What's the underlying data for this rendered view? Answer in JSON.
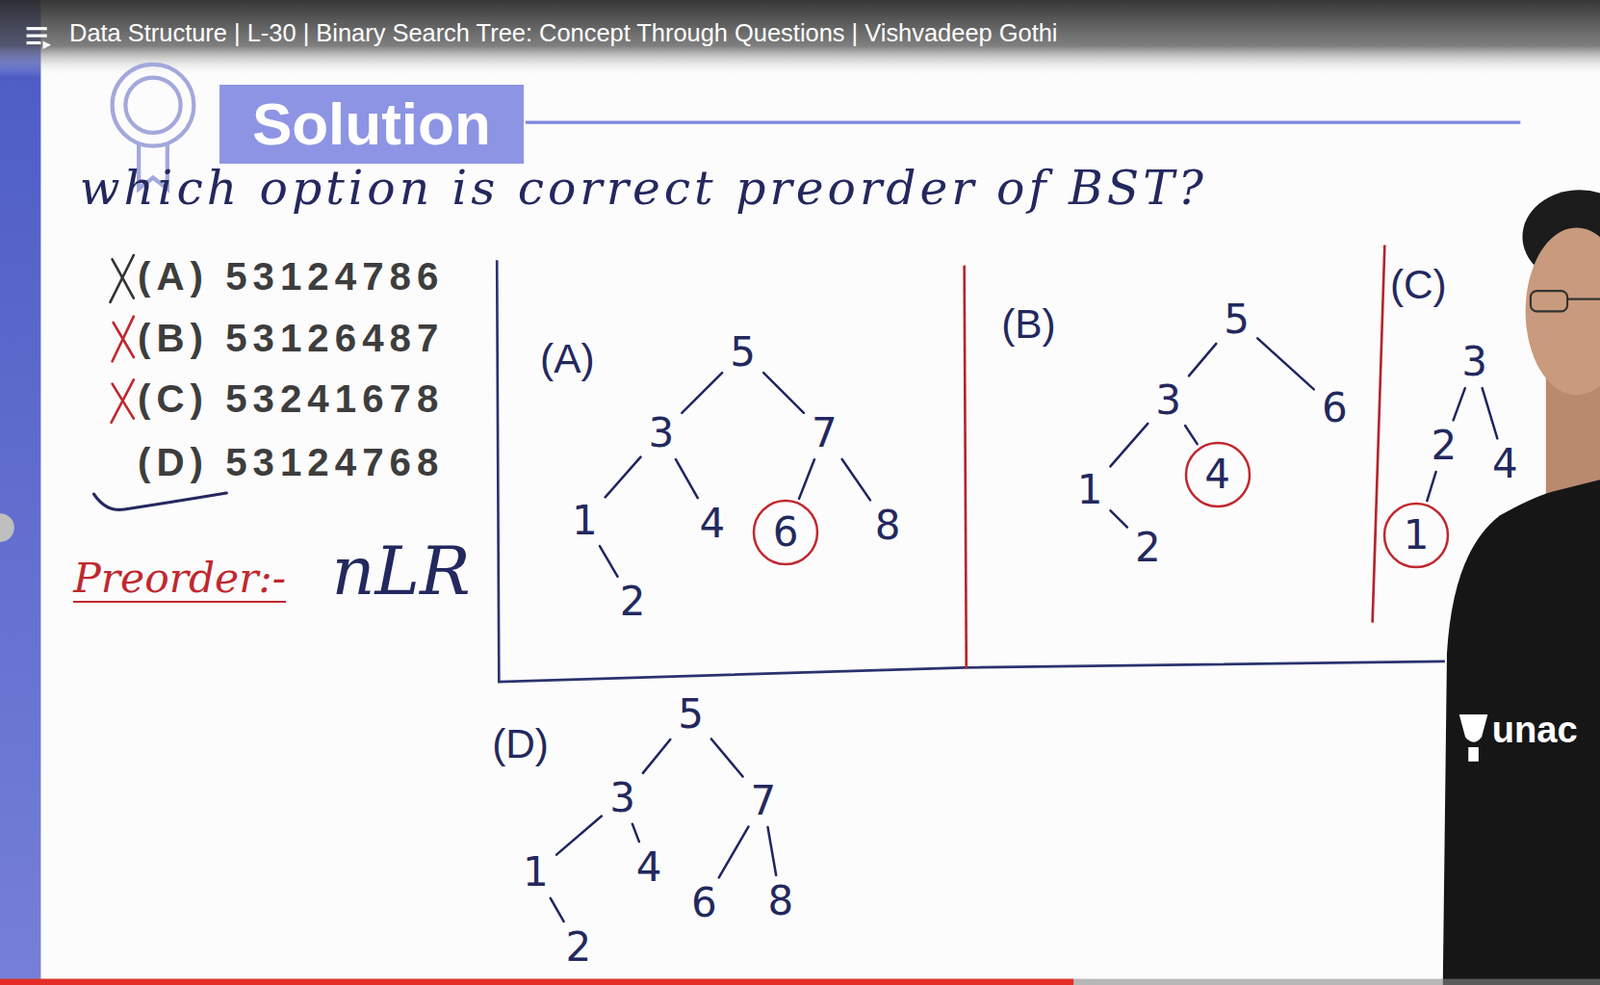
{
  "diagram": {
    "title": "Solution",
    "nodes": [
      {
        "text": [
          "5"
        ]
      },
      {
        "text": [
          "3"
        ]
      },
      {
        "text": [
          "7"
        ]
      },
      {
        "text": [
          "1"
        ]
      },
      {
        "text": [
          "4"
        ]
      },
      {
        "text": [
          "6"
        ]
      },
      {
        "text": [
          "8"
        ]
      },
      {
        "text": [
          "2"
        ]
      },
      {
        "text": [
          "5"
        ]
      },
      {
        "text": [
          "3"
        ]
      },
      {
        "text": [
          "6"
        ]
      },
      {
        "text": [
          "4"
        ]
      },
      {
        "text": [
          "1"
        ]
      },
      {
        "text": [
          "2"
        ]
      },
      {
        "text": [
          "3"
        ]
      },
      {
        "text": [
          "2"
        ]
      },
      {
        "text": [
          "4"
        ]
      },
      {
        "text": [
          "1"
        ]
      },
      {
        "text": [
          "5"
        ]
      },
      {
        "text": [
          "3"
        ]
      },
      {
        "text": [
          "7"
        ]
      },
      {
        "text": [
          "1"
        ]
      },
      {
        "text": [
          "4"
        ]
      },
      {
        "text": [
          "6"
        ]
      },
      {
        "text": [
          "8"
        ]
      },
      {
        "text": [
          "2"
        ]
      }
    ],
    "edges": [
      {
        "from": 0,
        "to": 1,
        "arrow": "none"
      },
      {
        "from": 0,
        "to": 2,
        "arrow": "none"
      },
      {
        "from": 1,
        "to": 3,
        "arrow": "none"
      },
      {
        "from": 1,
        "to": 4,
        "arrow": "none"
      },
      {
        "from": 2,
        "to": 5,
        "arrow": "none"
      },
      {
        "from": 2,
        "to": 6,
        "arrow": "none"
      },
      {
        "from": 3,
        "to": 7,
        "arrow": "none"
      },
      {
        "from": 8,
        "to": 9,
        "arrow": "none"
      },
      {
        "from": 8,
        "to": 10,
        "arrow": "none"
      },
      {
        "from": 9,
        "to": 11,
        "arrow": "none"
      },
      {
        "from": 9,
        "to": 12,
        "arrow": "none"
      },
      {
        "from": 12,
        "to": 13,
        "arrow": "none"
      },
      {
        "from": 14,
        "to": 15,
        "arrow": "none"
      },
      {
        "from": 14,
        "to": 16,
        "arrow": "none"
      },
      {
        "from": 15,
        "to": 17,
        "arrow": "none"
      },
      {
        "from": 18,
        "to": 19,
        "arrow": "none"
      },
      {
        "from": 18,
        "to": 20,
        "arrow": "none"
      },
      {
        "from": 19,
        "to": 21,
        "arrow": "none"
      },
      {
        "from": 19,
        "to": 22,
        "arrow": "none"
      },
      {
        "from": 20,
        "to": 23,
        "arrow": "none"
      },
      {
        "from": 20,
        "to": 24,
        "arrow": "none"
      },
      {
        "from": 21,
        "to": 25,
        "arrow": "none"
      }
    ],
    "labels": [
      "Data Structure | L-30 | Binary Search Tree: Concept Through Questions | Vishvadeep Gothi",
      "which option is correct preorder of BST?",
      "(A) 53124786",
      "(B) 53126487",
      "(C) 53241678",
      "(D) 53124768",
      "Preorder:-",
      "nLR",
      "(A)",
      "(B)",
      "(C)",
      "(D)",
      "unac"
    ]
  }
}
